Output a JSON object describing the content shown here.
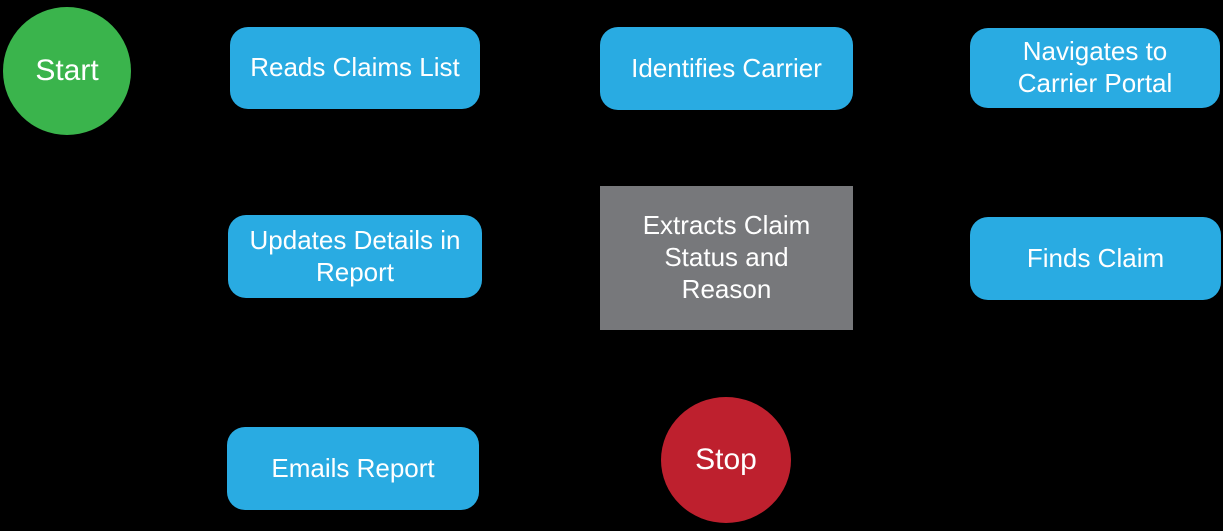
{
  "diagram": {
    "title": "Claims processing automation flowchart",
    "background_color": "#000000",
    "text_color": "#ffffff",
    "colors": {
      "start_green": "#3ab44c",
      "process_blue": "#29abe2",
      "extract_gray": "#77787b",
      "stop_red": "#be202e"
    },
    "nodes": [
      {
        "id": "start",
        "type": "circle",
        "label": "Start"
      },
      {
        "id": "reads-claims-list",
        "type": "rounded-rect",
        "label": "Reads Claims List"
      },
      {
        "id": "identifies-carrier",
        "type": "rounded-rect",
        "label": "Identifies Carrier"
      },
      {
        "id": "navigates-to-carrier-portal",
        "type": "rounded-rect",
        "label": "Navigates to\nCarrier Portal"
      },
      {
        "id": "updates-details-in-report",
        "type": "rounded-rect",
        "label": "Updates Details in\nReport"
      },
      {
        "id": "extracts-claim-status-and-reason",
        "type": "rect",
        "label": "Extracts Claim\nStatus and\nReason"
      },
      {
        "id": "finds-claim",
        "type": "rounded-rect",
        "label": "Finds Claim"
      },
      {
        "id": "emails-report",
        "type": "rounded-rect",
        "label": "Emails Report"
      },
      {
        "id": "stop",
        "type": "circle",
        "label": "Stop"
      }
    ]
  }
}
